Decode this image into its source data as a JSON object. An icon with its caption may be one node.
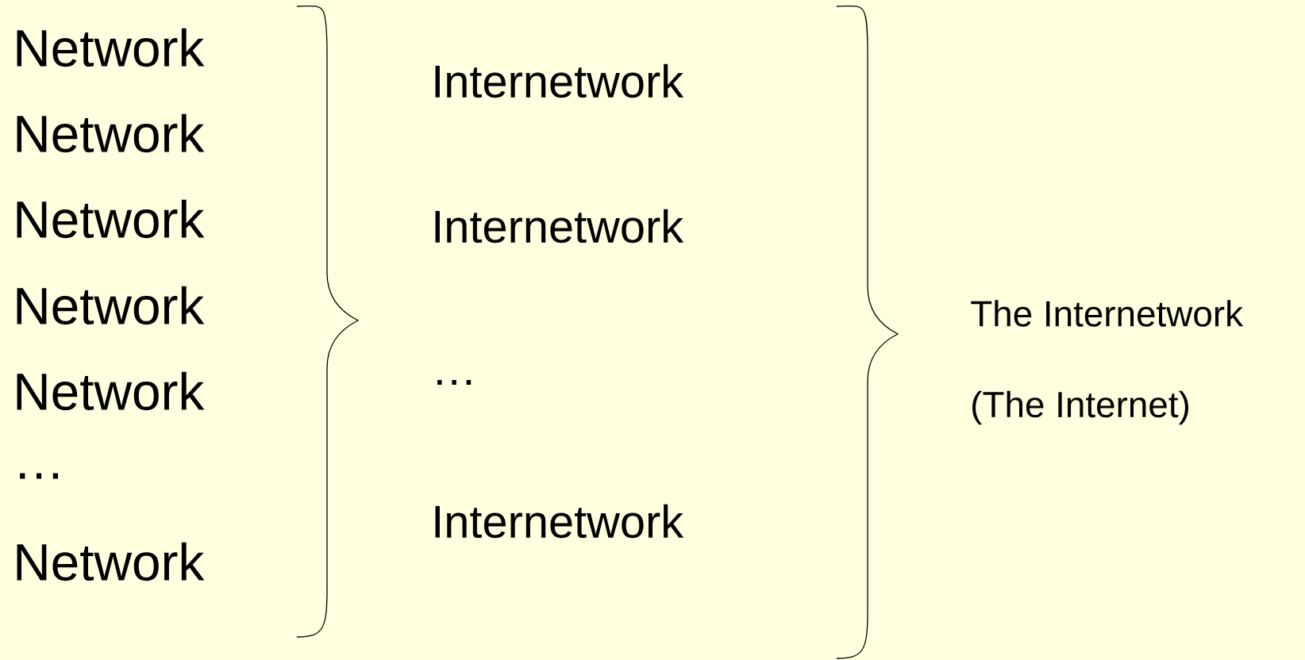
{
  "diagram": {
    "labels": [
      "Network",
      "Network",
      "Network",
      "Network",
      "Network",
      "…",
      "Network",
      "Internetwork",
      "Internetwork",
      "…",
      "Internetwork",
      "The Internetwork",
      "(The Internet)"
    ]
  }
}
